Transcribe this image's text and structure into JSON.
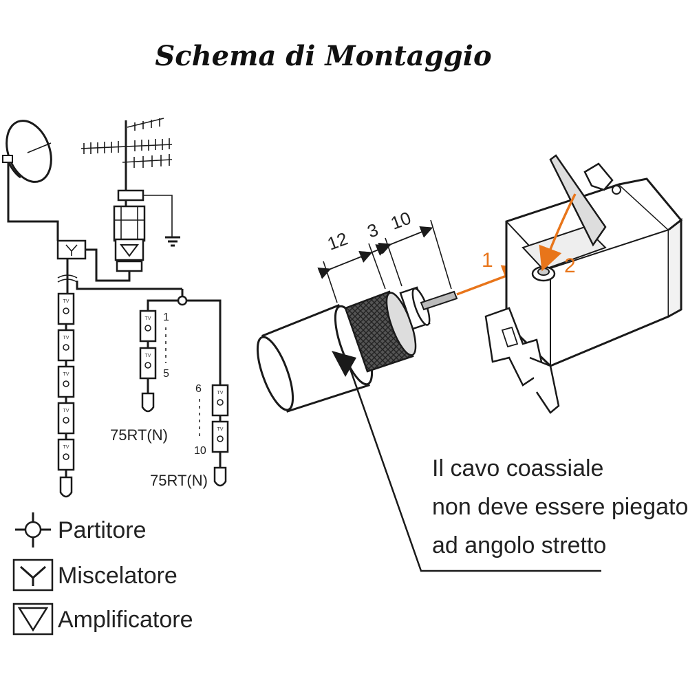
{
  "title": "Schema di Montaggio",
  "legend": {
    "splitter": "Partitore",
    "mixer": "Miscelatore",
    "amplifier": "Amplificatore"
  },
  "outlets": {
    "tv_label": "TV",
    "range_a_start": "1",
    "range_a_end": "5",
    "range_b_start": "6",
    "range_b_end": "10",
    "terminator_a": "75RT(N)",
    "terminator_b": "75RT(N)"
  },
  "dimensions": {
    "d1": "12",
    "d2": "3",
    "d3": "10"
  },
  "steps": {
    "step1": "1",
    "step2": "2"
  },
  "note": {
    "line1": "Il cavo coassiale",
    "line2": "non deve essere piegato",
    "line3": "ad angolo stretto"
  },
  "colors": {
    "accent": "#e8751a",
    "ink": "#1a1a1a"
  }
}
